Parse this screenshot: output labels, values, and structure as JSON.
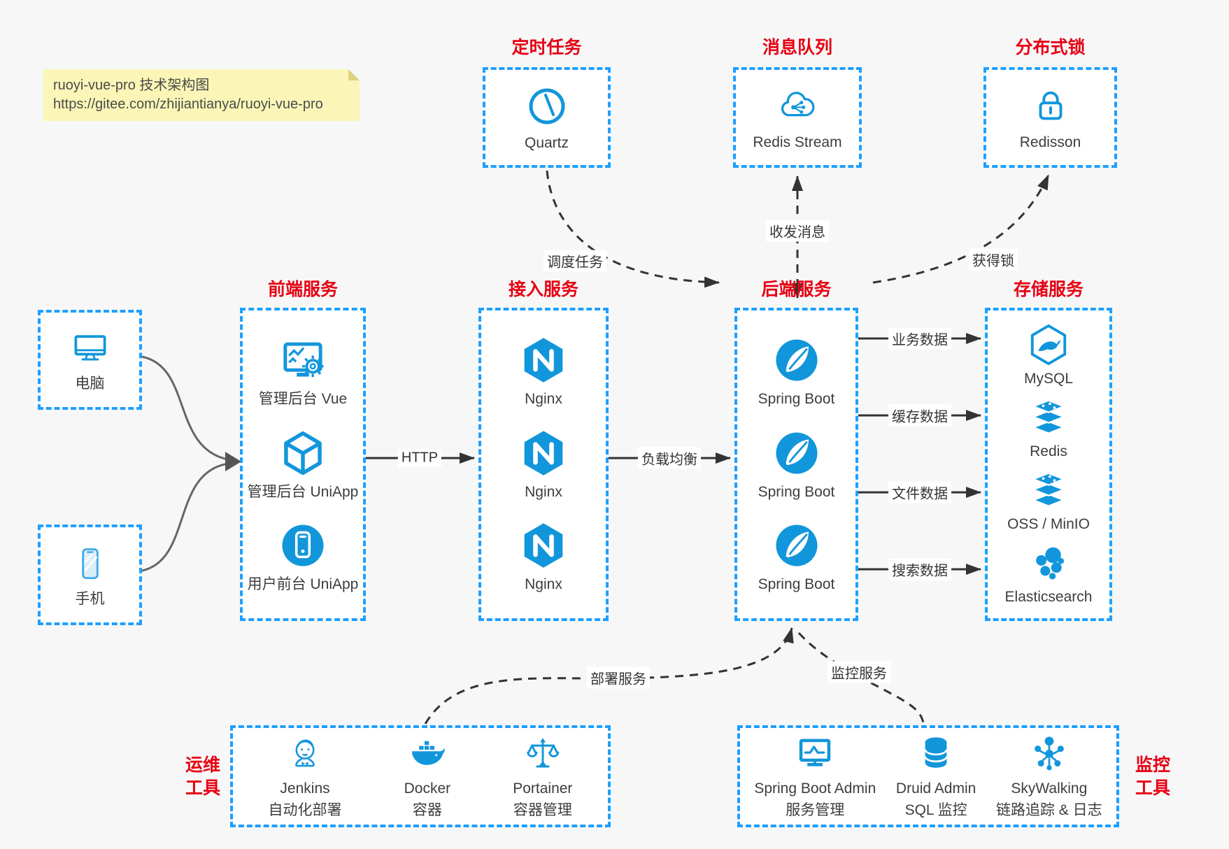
{
  "note": {
    "line1": "ruoyi-vue-pro 技术架构图",
    "line2": "https://gitee.com/zhijiantianya/ruoyi-vue-pro"
  },
  "colors": {
    "accent_blue": "#1296db",
    "box_border_blue": "#1e9fff",
    "title_red": "#e60012",
    "arrow_dark": "#333333",
    "device_arrow_gray": "#666666",
    "note_bg": "#fbf6b7",
    "canvas_bg": "#f7f7f8"
  },
  "sections": {
    "scheduler": {
      "title": "定时任务",
      "label": "Quartz",
      "icon": "clock-icon"
    },
    "mq": {
      "title": "消息队列",
      "label": "Redis Stream",
      "icon": "message-cloud-icon"
    },
    "lock": {
      "title": "分布式锁",
      "label": "Redisson",
      "icon": "lock-icon"
    },
    "devices": {
      "pc": "电脑",
      "phone": "手机"
    },
    "frontend": {
      "title": "前端服务",
      "items": [
        {
          "label": "管理后台 Vue",
          "icon": "admin-vue-icon"
        },
        {
          "label": "管理后台 UniApp",
          "icon": "uniapp-cube-icon"
        },
        {
          "label": "用户前台 UniApp",
          "icon": "user-app-icon"
        }
      ]
    },
    "gateway": {
      "title": "接入服务",
      "items": [
        {
          "label": "Nginx"
        },
        {
          "label": "Nginx"
        },
        {
          "label": "Nginx"
        }
      ]
    },
    "backend": {
      "title": "后端服务",
      "items": [
        {
          "label": "Spring Boot"
        },
        {
          "label": "Spring Boot"
        },
        {
          "label": "Spring Boot"
        }
      ]
    },
    "storage": {
      "title": "存储服务",
      "items": [
        {
          "label": "MySQL",
          "icon": "mysql-icon"
        },
        {
          "label": "Redis",
          "icon": "redis-icon"
        },
        {
          "label": "OSS / MinIO",
          "icon": "oss-minio-icon"
        },
        {
          "label": "Elasticsearch",
          "icon": "elasticsearch-icon"
        }
      ]
    },
    "ops": {
      "title": [
        "运维",
        "工具"
      ],
      "items": [
        {
          "name": "Jenkins",
          "desc": "自动化部署",
          "icon": "jenkins-icon"
        },
        {
          "name": "Docker",
          "desc": "容器",
          "icon": "docker-icon"
        },
        {
          "name": "Portainer",
          "desc": "容器管理",
          "icon": "portainer-icon"
        }
      ]
    },
    "monitor": {
      "title": [
        "监控",
        "工具"
      ],
      "items": [
        {
          "name": "Spring Boot Admin",
          "desc": "服务管理",
          "icon": "spring-boot-admin-icon"
        },
        {
          "name": "Druid Admin",
          "desc": "SQL 监控",
          "icon": "druid-icon"
        },
        {
          "name": "SkyWalking",
          "desc": "链路追踪 & 日志",
          "icon": "skywalking-icon"
        }
      ]
    }
  },
  "edges": {
    "http": "HTTP",
    "load_balance": "负载均衡",
    "business_data": "业务数据",
    "cache_data": "缓存数据",
    "file_data": "文件数据",
    "search_data": "搜索数据",
    "schedule_task": "调度任务",
    "send_receive_msg": "收发消息",
    "acquire_lock": "获得锁",
    "deploy_service": "部署服务",
    "monitor_service": "监控服务"
  }
}
